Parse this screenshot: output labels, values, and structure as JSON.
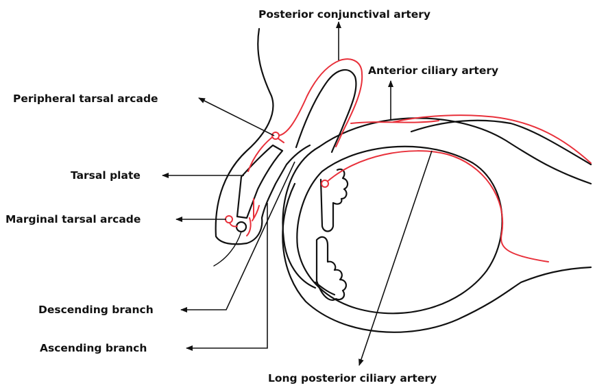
{
  "colors": {
    "outline": "#111111",
    "artery": "#e8303a",
    "background": "#ffffff"
  },
  "labels": {
    "posterior_conjunctival_artery": "Posterior conjunctival artery",
    "anterior_ciliary_artery": "Anterior ciliary artery",
    "peripheral_tarsal_arcade": "Peripheral tarsal arcade",
    "tarsal_plate": "Tarsal plate",
    "marginal_tarsal_arcade": "Marginal tarsal arcade",
    "descending_branch": "Descending branch",
    "ascending_branch": "Ascending branch",
    "long_posterior_ciliary_artery": "Long posterior ciliary artery"
  }
}
